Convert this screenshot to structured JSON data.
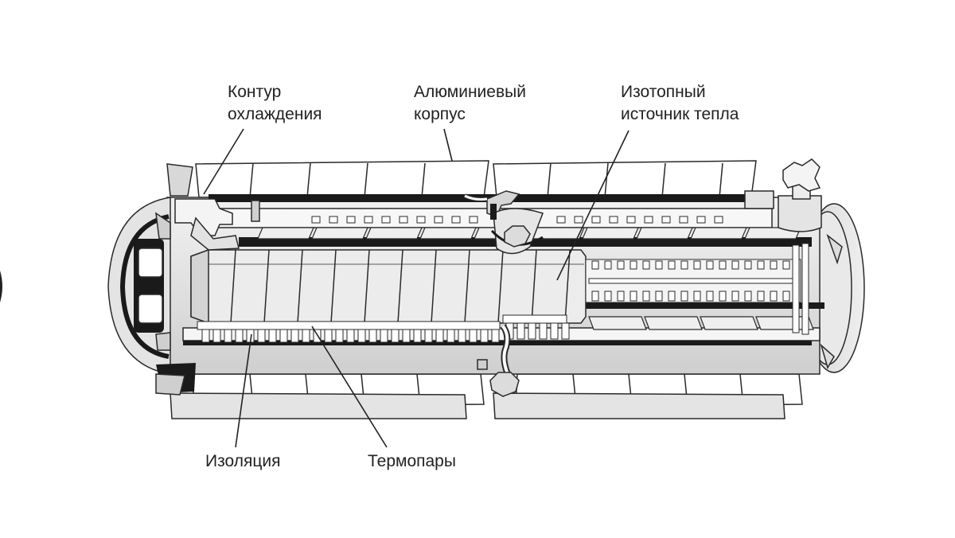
{
  "labels": {
    "cooling": {
      "line1": "Контур",
      "line2": "охлаждения"
    },
    "housing": {
      "line1": "Алюминиевый",
      "line2": "корпус"
    },
    "source": {
      "line1": "Изотопный",
      "line2": "источник тепла"
    },
    "insulation": {
      "text": "Изоляция"
    },
    "thermocouples": {
      "text": "Термопары"
    }
  },
  "colors": {
    "outline": "#2a2a2a",
    "fin_fill": "#ffffff",
    "body_fill": "#e6e6e6",
    "shade_fill": "#c8c8c8",
    "dark_band": "#1a1a1a",
    "leader": "#222222"
  }
}
